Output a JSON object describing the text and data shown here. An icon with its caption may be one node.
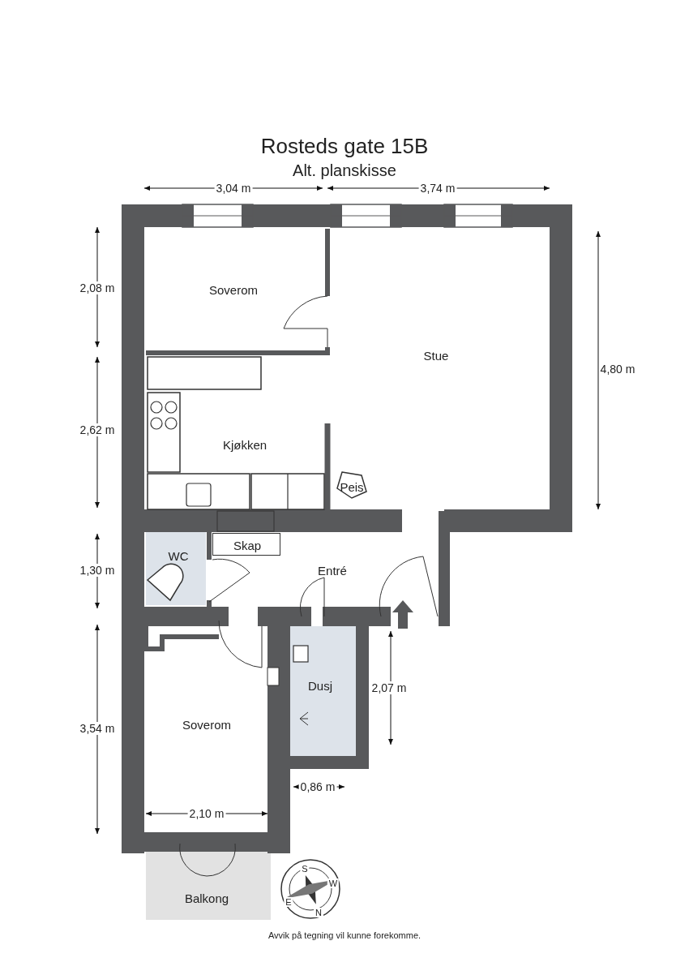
{
  "diagram": {
    "title": "Rosteds gate 15B",
    "nodes": [
      {
        "text": [
          "Soverom"
        ]
      },
      {
        "text": [
          "Stue"
        ]
      },
      {
        "text": [
          "Kjøkken"
        ]
      },
      {
        "text": [
          "Peis"
        ]
      },
      {
        "text": [
          "Skap"
        ]
      },
      {
        "text": [
          "WC"
        ]
      },
      {
        "text": [
          "Entré"
        ]
      },
      {
        "text": [
          "Dusj"
        ]
      },
      {
        "text": [
          "Soverom"
        ]
      },
      {
        "text": [
          "Balkong"
        ]
      }
    ],
    "labels": [
      "Alt. planskisse",
      "3,04 m",
      "3,74 m",
      "2,08 m",
      "4,80 m",
      "2,62 m",
      "1,30 m",
      "2,07 m",
      "3,54 m",
      "0,86 m",
      "2,10 m",
      "S",
      "W",
      "E",
      "N",
      "Avvik på tegning vil kunne forekomme."
    ]
  }
}
